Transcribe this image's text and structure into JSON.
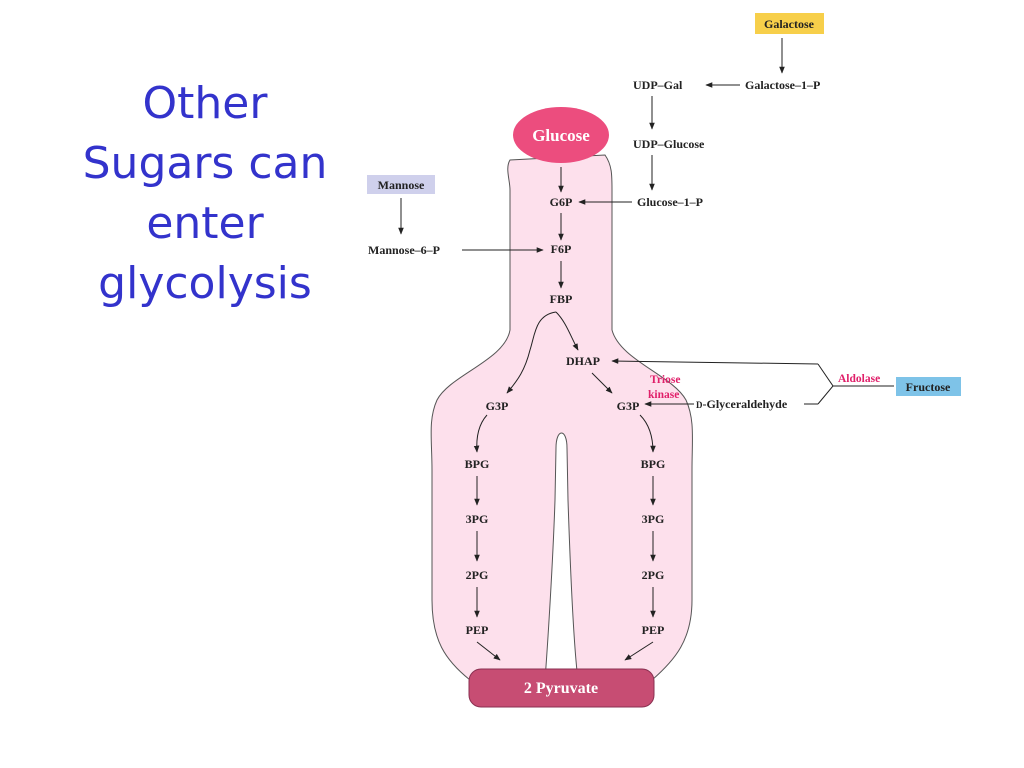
{
  "title_lines": [
    "Other",
    "Sugars can",
    "enter",
    "glycolysis"
  ],
  "colors": {
    "title": "#3333cc",
    "pathway_fill": "#fde0ec",
    "glucose": "#ec4d7e",
    "pyruvate": "#c74d73",
    "galactose_box": "#f7cf4a",
    "mannose_box": "#cfd0ec",
    "fructose_box": "#7ec3e8",
    "enzyme_text": "#e0206a"
  },
  "nodes": {
    "glucose": "Glucose",
    "pyruvate": "2 Pyruvate",
    "g6p": "G6P",
    "f6p": "F6P",
    "fbp": "FBP",
    "dhap": "DHAP",
    "g3p_left": "G3P",
    "g3p_right": "G3P",
    "bpg_left": "BPG",
    "bpg_right": "BPG",
    "pg3_left": "3PG",
    "pg3_right": "3PG",
    "pg2_left": "2PG",
    "pg2_right": "2PG",
    "pep_left": "PEP",
    "pep_right": "PEP"
  },
  "galactose_branch": {
    "galactose": "Galactose",
    "galactose_1_p": "Galactose–1–P",
    "udp_gal": "UDP–Gal",
    "udp_glucose": "UDP–Glucose",
    "glucose_1_p": "Glucose–1–P"
  },
  "mannose_branch": {
    "mannose": "Mannose",
    "mannose_6_p": "Mannose–6–P"
  },
  "fructose_branch": {
    "fructose": "Fructose",
    "aldolase": "Aldolase",
    "triose_kinase_1": "Triose",
    "triose_kinase_2": "kinase",
    "glyceraldehyde_prefix": "D",
    "glyceraldehyde": "-Glyceraldehyde"
  }
}
